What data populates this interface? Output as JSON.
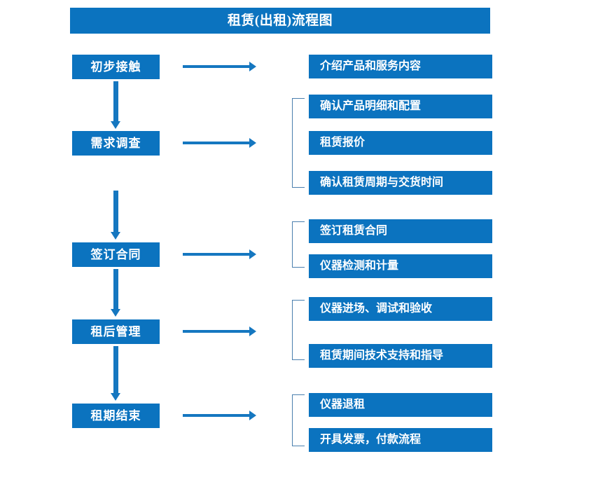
{
  "diagram": {
    "title": "租赁(出租)流程图",
    "colors": {
      "box_blue": "#0b73bf",
      "arrow_blue": "#1577c0",
      "bracket_line": "#4a7fae",
      "text_white": "#ffffff",
      "background": "#ffffff"
    },
    "stages": [
      {
        "id": "stage-initial-contact",
        "label": "初步接触",
        "details": [
          "介绍产品和服务内容"
        ]
      },
      {
        "id": "stage-needs-survey",
        "label": "需求调查",
        "details": [
          "确认产品明细和配置",
          "租赁报价",
          "确认租赁周期与交货时间"
        ]
      },
      {
        "id": "stage-sign-contract",
        "label": "签订合同",
        "details": [
          "签订租赁合同",
          "仪器检测和计量"
        ]
      },
      {
        "id": "stage-post-rental-management",
        "label": "租后管理",
        "details": [
          "仪器进场、调试和验收",
          "租赁期间技术支持和指导"
        ]
      },
      {
        "id": "stage-lease-end",
        "label": "租期结束",
        "details": [
          "仪器退租",
          "开具发票，付款流程"
        ]
      }
    ],
    "details_flat": [
      "介绍产品和服务内容",
      "确认产品明细和配置",
      "租赁报价",
      "确认租赁周期与交货时间",
      "签订租赁合同",
      "仪器检测和计量",
      "仪器进场、调试和验收",
      "租赁期间技术支持和指导",
      "仪器退租",
      "开具发票，付款流程"
    ]
  }
}
